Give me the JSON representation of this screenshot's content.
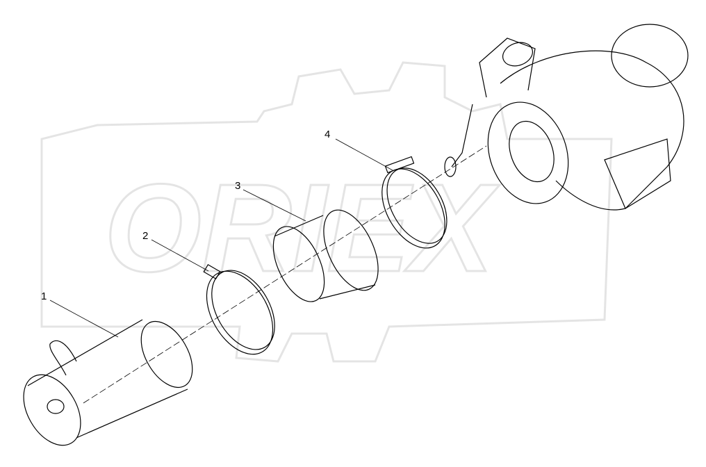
{
  "diagram": {
    "watermark": "ORIEX",
    "callouts": [
      {
        "label": "1",
        "part": "air-pipe"
      },
      {
        "label": "2",
        "part": "hose-clamp"
      },
      {
        "label": "3",
        "part": "sleeve"
      },
      {
        "label": "4",
        "part": "t-bolt-clamp"
      }
    ]
  }
}
